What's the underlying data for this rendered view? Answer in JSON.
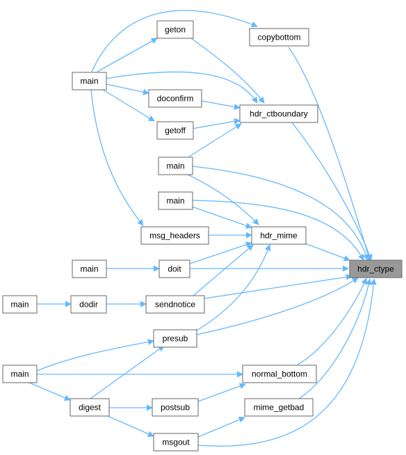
{
  "graph": {
    "edge_color": "#63b8ff",
    "node_border_color": "#666666",
    "highlight_fill": "#999999",
    "nodes": {
      "hdr_ctype": "hdr_ctype",
      "copybottom": "copybottom",
      "hdr_ctboundary": "hdr_ctboundary",
      "hdr_mime": "hdr_mime",
      "normal_bottom": "normal_bottom",
      "mime_getbad": "mime_getbad",
      "geton": "geton",
      "doconfirm": "doconfirm",
      "getoff": "getoff",
      "main_a": "main",
      "main_b": "main",
      "main_c": "main",
      "msg_headers": "msg_headers",
      "main_d": "main",
      "doit": "doit",
      "main_e": "main",
      "dodir": "dodir",
      "sendnotice": "sendnotice",
      "presub": "presub",
      "main_f": "main",
      "digest": "digest",
      "postsub": "postsub",
      "msgout": "msgout"
    }
  }
}
